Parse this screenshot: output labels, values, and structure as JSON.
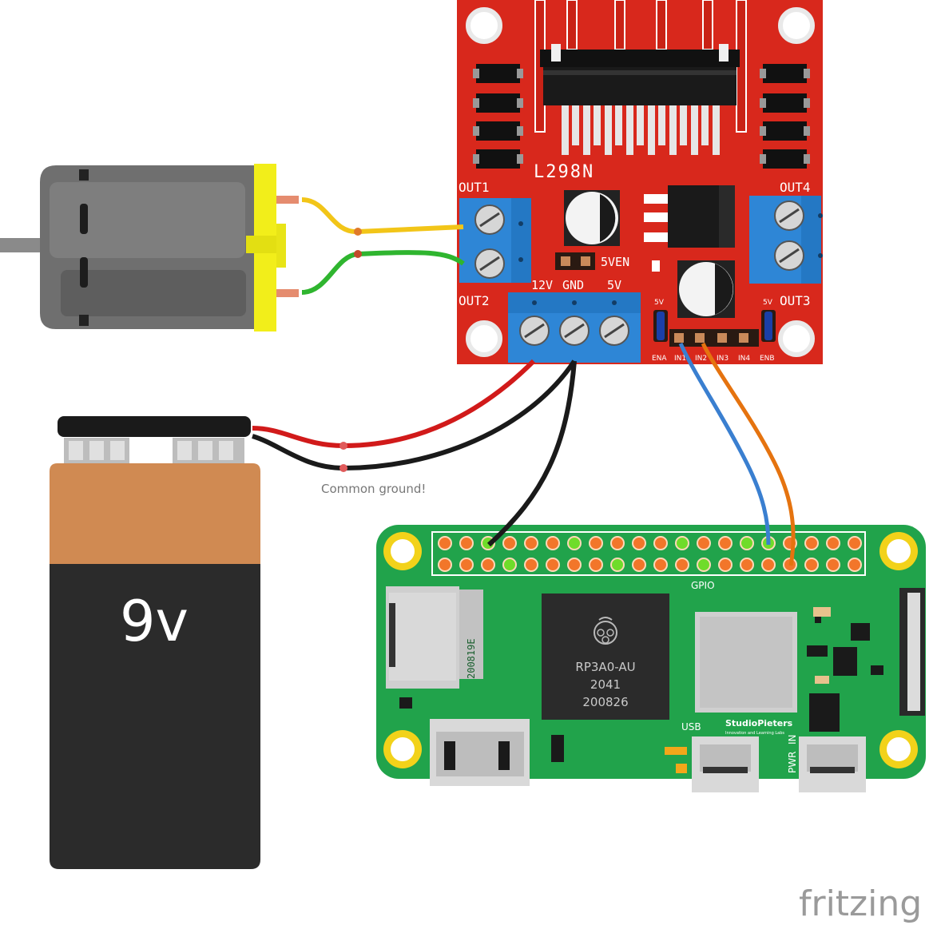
{
  "driver": {
    "chip_label": "L298N",
    "out1": "OUT1",
    "out2": "OUT2",
    "out3": "OUT3",
    "out4": "OUT4",
    "power_labels": [
      "12V",
      "GND",
      "5V"
    ],
    "jumper_label": "5VEN",
    "ena_jumper_label": "5V",
    "enb_jumper_label": "5V",
    "pin_labels": [
      "ENA",
      "IN1",
      "IN2",
      "IN3",
      "IN4",
      "ENB"
    ],
    "board_color": "#d8281c"
  },
  "battery": {
    "label": "9v",
    "top_color": "#d08a52",
    "body_color": "#2b2b2b"
  },
  "annotation": {
    "text": "Common ground!"
  },
  "pi": {
    "gpio_label": "GPIO",
    "soc_lines": [
      "RP3A0-AU",
      "2041",
      "200826"
    ],
    "sd_text": "200819E",
    "usb_label": "USB",
    "pwr_label": "PWR",
    "in_label": "IN",
    "brand": "StudioPieters",
    "brand_sub": "Innovation and Learning Labs",
    "board_color": "#21a34b"
  },
  "wires": {
    "motor_a": "#f2c518",
    "motor_b": "#2fb52f",
    "power_pos": "#d11a1a",
    "ground": "#1a1a1a",
    "in1": "#3a7fd0",
    "in2": "#e5730f"
  },
  "watermark": "fritzing"
}
